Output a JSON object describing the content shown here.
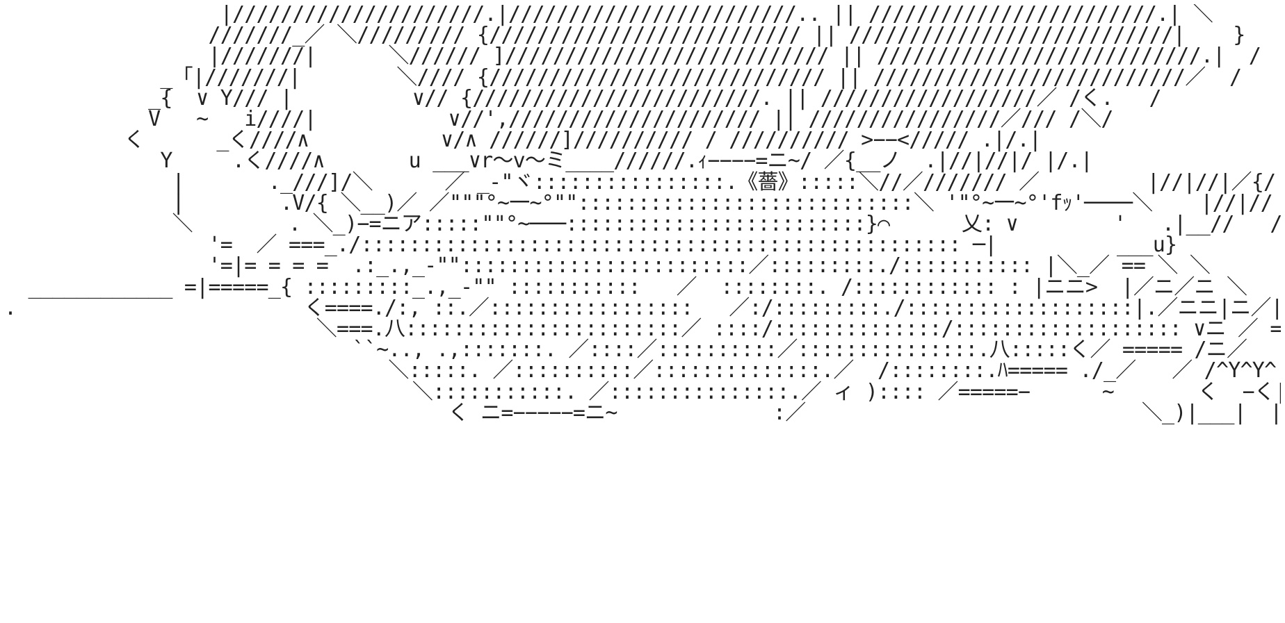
{
  "colors": {
    "background": "#ffffff",
    "text": "#222222"
  },
  "art": {
    "lines": [
      "                  |/////////////////////.|////////////////////////.. || ////////////////////////.| ＼",
      "                 ///////_／ ＼///////// {////////////////////////// || ///////////////////////////|    }",
      "                 |///////|      ＼////// ]/////////////////////////// || ///////////////////////////.|  /",
      "             _「|///////|        ＼//// {//////////////////////////// || //////////////////////////／  /",
      "            _{  ∨ Y/// |          ∨// {////////////////////////. || //////////////////／ /く.   /",
      "            V   ~   i////|           ∨//',///////////////////// || ////////////////／/// /＼/",
      "          く      _く////∧           ∨/∧ //////]////////// / ////////// >−−<///// .|/.|",
      "             Y     .く////∧       u ___∨r〜v〜ミ____//////.ｨ−−−−=ニ~/ ／{__ノ  .|//|//|/ |/.|",
      "              |       ._///]/＼      ／ _-\"ヾ::::::::::::::::.《薔》:::::＼//／/////// ／         |//|//|／{/|",
      "              |        .V/{ ＼__)／ ／\"\"\"°~一~°\"\"::::::::::::::::::::::::::::＼ '\"°~一~°'fｯ'────＼    |//|//    し",
      "              ＼        . ＼_)−=ニア:::::\"\"°~───:::::::::::::::::::::::::}⌒      乂: ∨        '   .|__//   /",
      "                 '=  ／ ===_./:::::::::::::::::::::::::::::::::::::::::::::::::: ─|          ___u}          ,         /",
      "                 '=|= = = =  .:_.,_-\"\"::::::::::::::::::::::::／:::::::::./::::::::::: |＼_／ == ＼ ＼         ,──＼／",
      "  ____________ =|=====_{ :::::::::_.,_-\"\" :::::::::::   ／  ::::::::. /:::::::::::: : |ニニ>  |／ニ／ニ ＼         ＼ニ＼",
      ".                        く====./:, ::.／:::::::::::::::::   ／:/:::::::::./:::::::::::::::::::|.／ニニ|ニ／|=== ＼         ＼ニ>",
      "                          ＼===.八:::::::::::::::::::::::／ ::::/::::::::::::::/::::::::::::::::::: ∨ニ ／ ======= ]        .＼",
      "                             ``~.., .,:::::::. ／::::／::::::::::／:::::::::::::::.八:::::く／ ===== /ニ／   |ｨ      >L",
      "                                ＼:::::. ／::::::::::／::::::::::::::.／  /::::::::.ﾊ===== ./_／   ／ /^Y^Y^ヽ＼",
      "                                  ＼:::::::::::. ／:::::::::::::::.／ ィ ):::: ／=====−      ~       く  −く|  |  |  i⌒|",
      "                                     く ニ=−−−−−=ニ~             :／                            ＼_)|___|  |_ノ-┘"
    ]
  }
}
